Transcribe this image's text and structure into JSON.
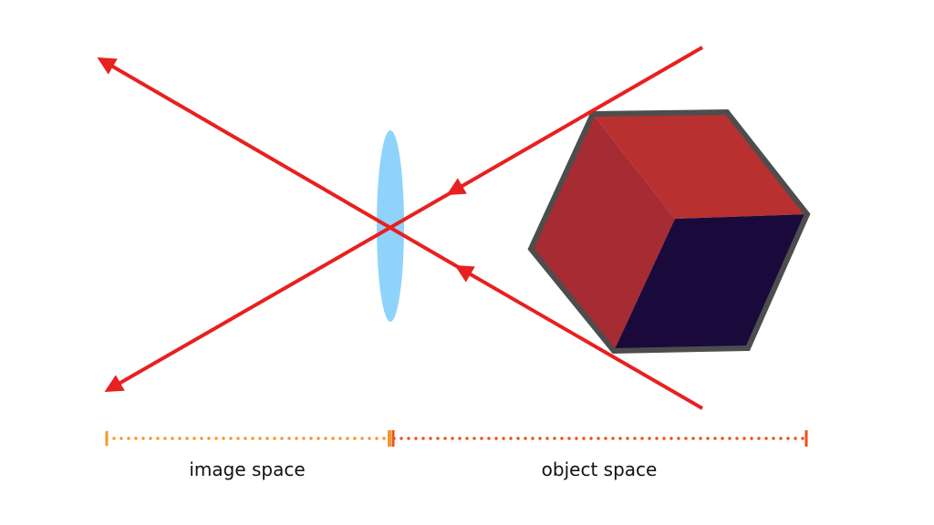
{
  "labels": {
    "image_space": "image space",
    "object_space": "object space"
  },
  "colors": {
    "ray": "#e8201f",
    "lens": "#8fd3fb",
    "cube_top": "#b83030",
    "cube_left": "#a72b33",
    "cube_right": "#1a0a3c",
    "cube_outline": "#4d4d4d",
    "image_space_line": "#f7962d",
    "object_space_line": "#e9531a"
  },
  "icons": {
    "rays": "arrow",
    "lens": "convex-lens",
    "object": "cube"
  }
}
